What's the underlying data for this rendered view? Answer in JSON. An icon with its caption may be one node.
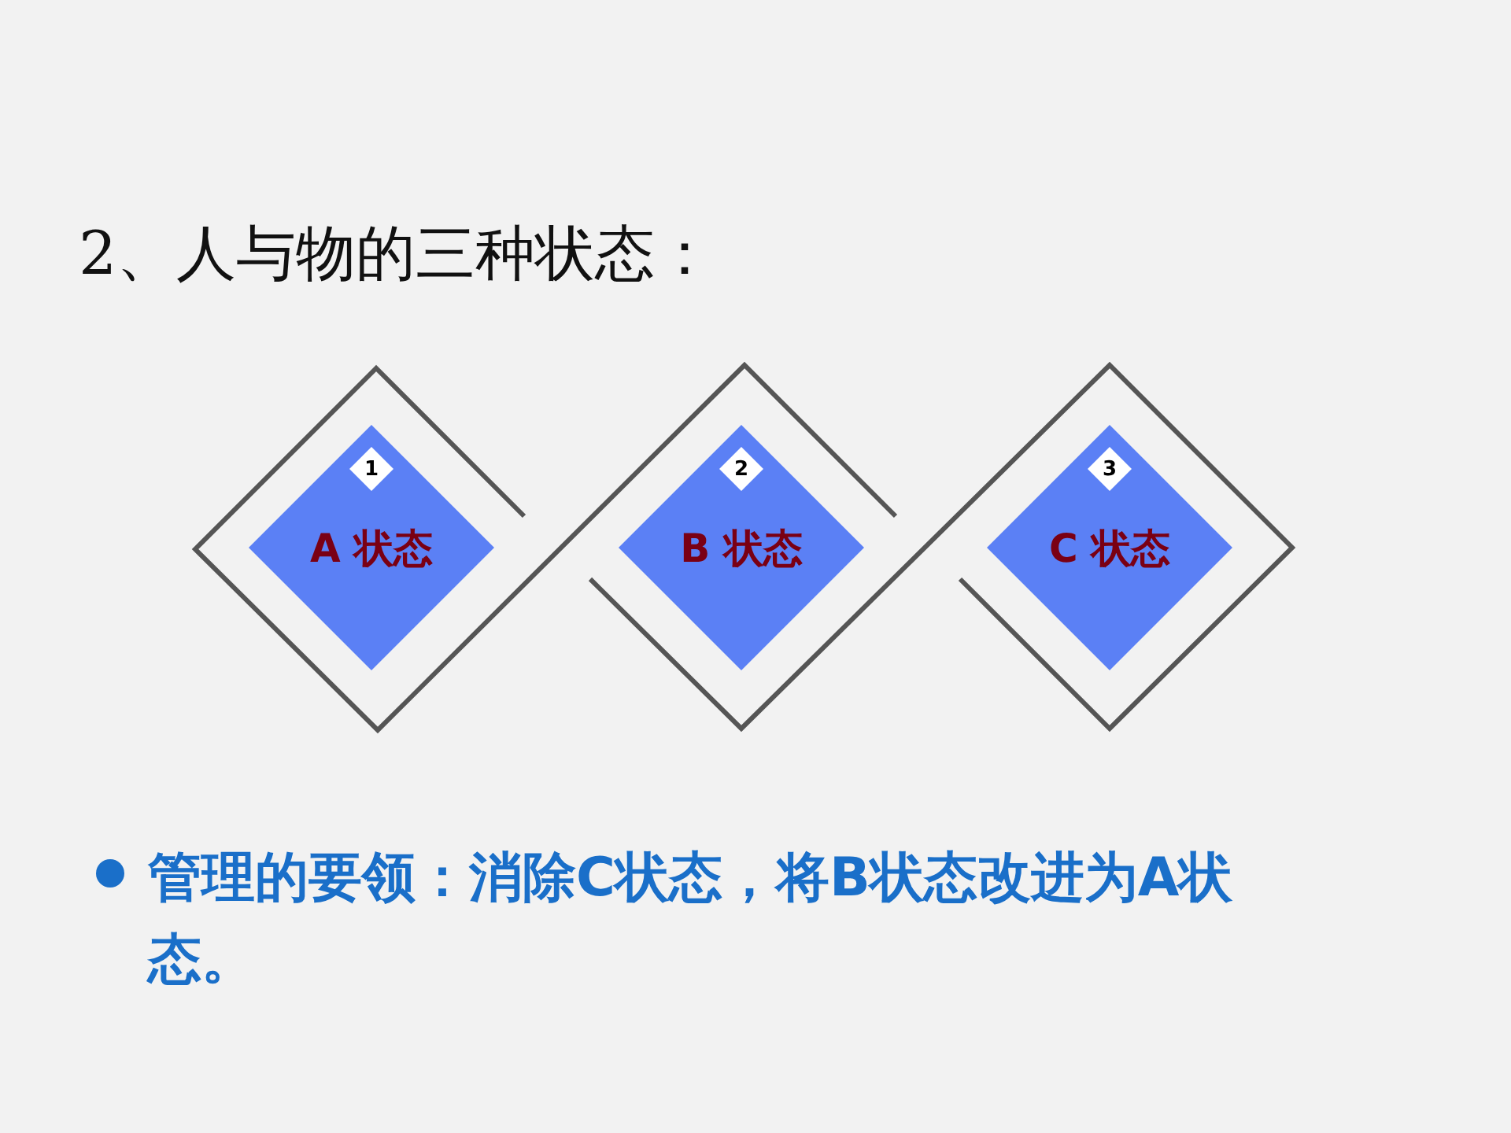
{
  "diagram": {
    "title": "2、人与物的三种状态：",
    "nodes": [
      {
        "text": [
          "A 状态"
        ]
      },
      {
        "text": [
          "1"
        ],
        "in": 0
      },
      {
        "text": [
          "B 状态"
        ]
      },
      {
        "text": [
          "2"
        ],
        "in": 2
      },
      {
        "text": [
          "C 状态"
        ]
      },
      {
        "text": [
          "3"
        ],
        "in": 4
      }
    ],
    "labels": [
      "管理的要领：消除C状态，将B状态改进为A状态。"
    ]
  }
}
